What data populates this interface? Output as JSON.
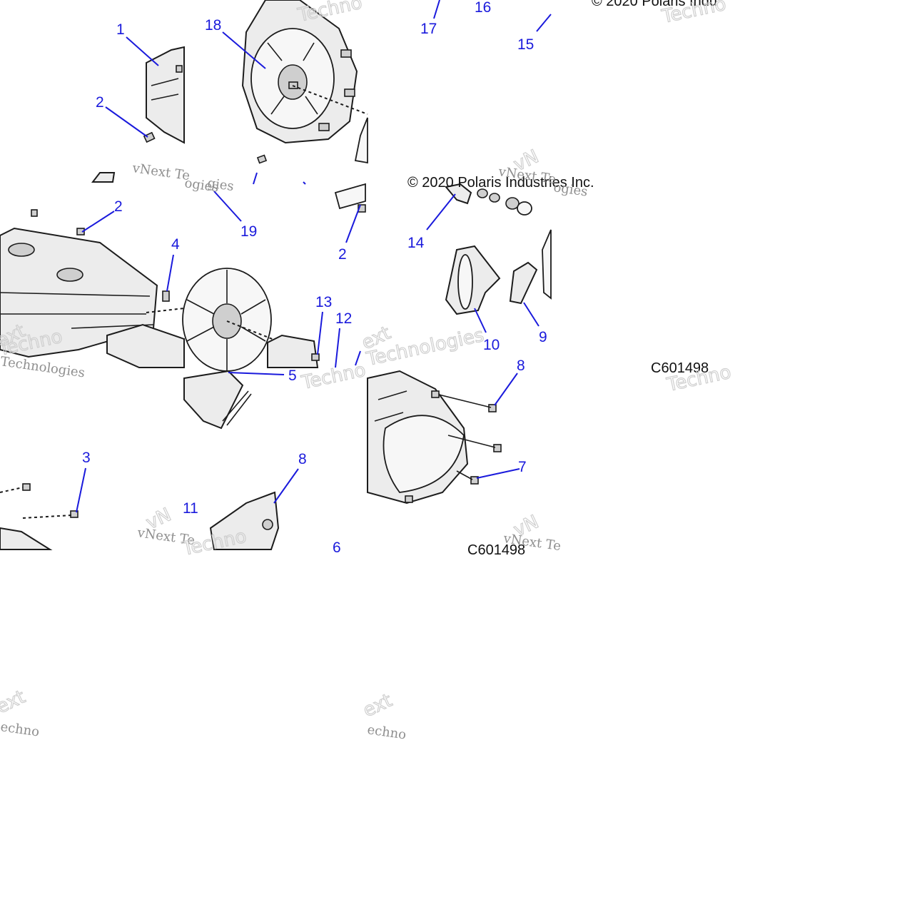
{
  "diagram": {
    "callouts": [
      "1",
      "2",
      "18",
      "17",
      "16",
      "15",
      "19",
      "2",
      "14",
      "2",
      "4",
      "13",
      "12",
      "10",
      "9",
      "5",
      "8",
      "3",
      "11",
      "6",
      "7",
      "8"
    ],
    "copyright": [
      "© 2020 Polaris Indu",
      "© 2020 Polaris Industries Inc."
    ],
    "part_number": [
      "C601498",
      "C601498"
    ],
    "watermark_caption": [
      "vNext Te",
      "vNext Te",
      "vNext Te",
      "vNext Te"
    ],
    "watermark_fragments": [
      "Techno",
      "Techno",
      "Techno",
      "Techno",
      "Techno",
      "Technologies",
      "Technologies",
      "ogies",
      "ogies",
      "ext",
      "vN",
      "vN",
      "vN",
      "ext",
      "ext",
      "echno",
      "echno",
      "ext",
      "gies",
      "Techno"
    ]
  }
}
